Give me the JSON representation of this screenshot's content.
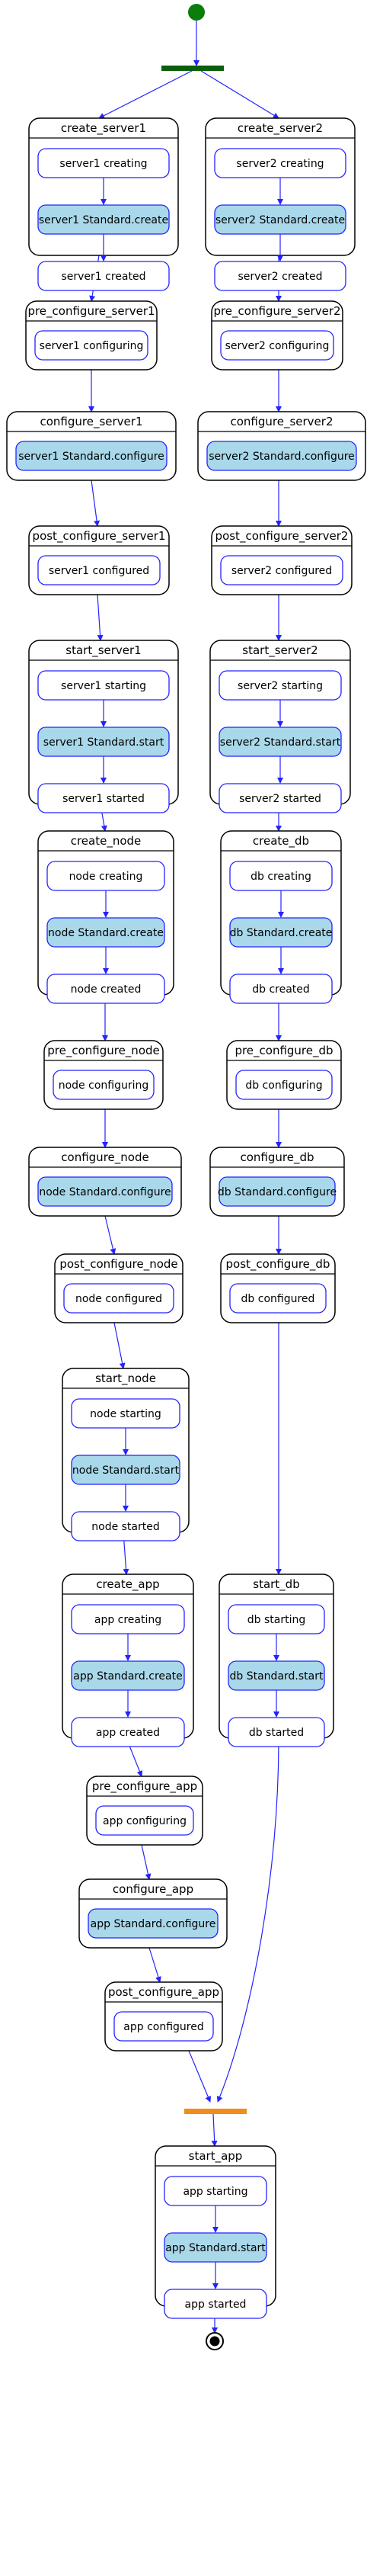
{
  "colors": {
    "edge": "#2323ff",
    "group_border": "#000000",
    "state_border": "#2323ff",
    "state_fill": "#ffffff",
    "highlight_fill": "#a8d8ea",
    "start_node": "#0a7d0a",
    "fork_bar": "#0b5e0b",
    "join_bar": "#f28c1b",
    "end_node": "#000000"
  },
  "groups": [
    {
      "id": "create_server1",
      "title": "create_server1",
      "states": [
        {
          "label": "server1 creating",
          "highlight": false
        },
        {
          "label": "server1 Standard.create",
          "highlight": true
        },
        {
          "label": "server1 created",
          "highlight": false
        }
      ]
    },
    {
      "id": "create_server2",
      "title": "create_server2",
      "states": [
        {
          "label": "server2 creating",
          "highlight": false
        },
        {
          "label": "server2 Standard.create",
          "highlight": true
        },
        {
          "label": "server2 created",
          "highlight": false
        }
      ]
    },
    {
      "id": "pre_configure_server1",
      "title": "pre_configure_server1",
      "states": [
        {
          "label": "server1 configuring",
          "highlight": false
        }
      ]
    },
    {
      "id": "pre_configure_server2",
      "title": "pre_configure_server2",
      "states": [
        {
          "label": "server2 configuring",
          "highlight": false
        }
      ]
    },
    {
      "id": "configure_server1",
      "title": "configure_server1",
      "states": [
        {
          "label": "server1 Standard.configure",
          "highlight": true
        }
      ]
    },
    {
      "id": "configure_server2",
      "title": "configure_server2",
      "states": [
        {
          "label": "server2 Standard.configure",
          "highlight": true
        }
      ]
    },
    {
      "id": "post_configure_server1",
      "title": "post_configure_server1",
      "states": [
        {
          "label": "server1 configured",
          "highlight": false
        }
      ]
    },
    {
      "id": "post_configure_server2",
      "title": "post_configure_server2",
      "states": [
        {
          "label": "server2 configured",
          "highlight": false
        }
      ]
    },
    {
      "id": "start_server1",
      "title": "start_server1",
      "states": [
        {
          "label": "server1 starting",
          "highlight": false
        },
        {
          "label": "server1 Standard.start",
          "highlight": true
        },
        {
          "label": "server1 started",
          "highlight": false
        }
      ]
    },
    {
      "id": "start_server2",
      "title": "start_server2",
      "states": [
        {
          "label": "server2 starting",
          "highlight": false
        },
        {
          "label": "server2 Standard.start",
          "highlight": true
        },
        {
          "label": "server2 started",
          "highlight": false
        }
      ]
    },
    {
      "id": "create_node",
      "title": "create_node",
      "states": [
        {
          "label": "node creating",
          "highlight": false
        },
        {
          "label": "node Standard.create",
          "highlight": true
        },
        {
          "label": "node created",
          "highlight": false
        }
      ]
    },
    {
      "id": "create_db",
      "title": "create_db",
      "states": [
        {
          "label": "db creating",
          "highlight": false
        },
        {
          "label": "db Standard.create",
          "highlight": true
        },
        {
          "label": "db created",
          "highlight": false
        }
      ]
    },
    {
      "id": "pre_configure_node",
      "title": "pre_configure_node",
      "states": [
        {
          "label": "node configuring",
          "highlight": false
        }
      ]
    },
    {
      "id": "pre_configure_db",
      "title": "pre_configure_db",
      "states": [
        {
          "label": "db configuring",
          "highlight": false
        }
      ]
    },
    {
      "id": "configure_node",
      "title": "configure_node",
      "states": [
        {
          "label": "node Standard.configure",
          "highlight": true
        }
      ]
    },
    {
      "id": "configure_db",
      "title": "configure_db",
      "states": [
        {
          "label": "db Standard.configure",
          "highlight": true
        }
      ]
    },
    {
      "id": "post_configure_node",
      "title": "post_configure_node",
      "states": [
        {
          "label": "node configured",
          "highlight": false
        }
      ]
    },
    {
      "id": "post_configure_db",
      "title": "post_configure_db",
      "states": [
        {
          "label": "db configured",
          "highlight": false
        }
      ]
    },
    {
      "id": "start_node",
      "title": "start_node",
      "states": [
        {
          "label": "node starting",
          "highlight": false
        },
        {
          "label": "node Standard.start",
          "highlight": true
        },
        {
          "label": "node started",
          "highlight": false
        }
      ]
    },
    {
      "id": "create_app",
      "title": "create_app",
      "states": [
        {
          "label": "app creating",
          "highlight": false
        },
        {
          "label": "app Standard.create",
          "highlight": true
        },
        {
          "label": "app created",
          "highlight": false
        }
      ]
    },
    {
      "id": "start_db",
      "title": "start_db",
      "states": [
        {
          "label": "db starting",
          "highlight": false
        },
        {
          "label": "db Standard.start",
          "highlight": true
        },
        {
          "label": "db started",
          "highlight": false
        }
      ]
    },
    {
      "id": "pre_configure_app",
      "title": "pre_configure_app",
      "states": [
        {
          "label": "app configuring",
          "highlight": false
        }
      ]
    },
    {
      "id": "configure_app",
      "title": "configure_app",
      "states": [
        {
          "label": "app Standard.configure",
          "highlight": true
        }
      ]
    },
    {
      "id": "post_configure_app",
      "title": "post_configure_app",
      "states": [
        {
          "label": "app configured",
          "highlight": false
        }
      ]
    },
    {
      "id": "start_app",
      "title": "start_app",
      "states": [
        {
          "label": "app starting",
          "highlight": false
        },
        {
          "label": "app Standard.start",
          "highlight": true
        },
        {
          "label": "app started",
          "highlight": false
        }
      ]
    }
  ]
}
